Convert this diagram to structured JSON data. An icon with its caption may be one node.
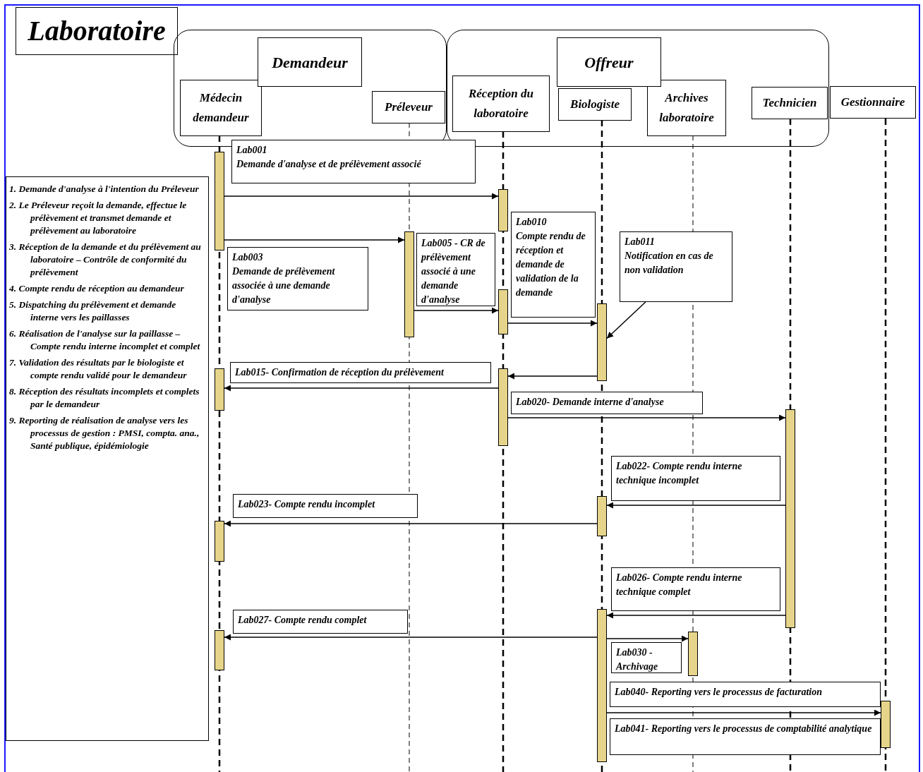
{
  "diagram": {
    "nodes": [
      {
        "text": [
          "Laboratoire"
        ]
      },
      {
        "text": [],
        "shape": "box"
      },
      {
        "text": [
          "Médecin demandeur"
        ],
        "in": 1
      },
      {
        "text": [
          "Préleveur"
        ],
        "in": 1
      },
      {
        "text": [],
        "shape": "box"
      },
      {
        "text": [
          "Réception du laboratoire"
        ],
        "in": 4
      },
      {
        "text": [
          "Biologiste"
        ],
        "in": 4
      },
      {
        "text": [
          "Archives laboratoire"
        ],
        "in": 4
      },
      {
        "text": [
          "Technicien"
        ],
        "in": 4
      },
      {
        "text": [
          "Gestionnaire"
        ]
      },
      {
        "text": [
          "1. Demande d'analyse à l'intention du Préleveur",
          "2. Le Préleveur reçoit la demande, effectue le prélèvement et transmet demande et prélèvement au laboratoire",
          "3. Réception de la demande et du prélèvement au laboratoire – Contrôle de conformité du prélèvement",
          "4. Compte rendu de réception au demandeur",
          "5. Dispatching du prélèvement et demande interne vers les paillasses",
          "6. Réalisation de l'analyse sur la paillasse – Compte rendu interne incomplet et complet",
          "7. Validation des résultats par le biologiste et compte rendu validé pour le demandeur",
          "8. Réception des résultats incomplets et complets par le demandeur",
          "9. Reporting de réalisation de analyse vers les processus de gestion : PMSI, compta. ana., Santé publique, épidémiologie"
        ]
      },
      {
        "text": [
          "Lab011",
          "Notification en cas de non validation"
        ]
      },
      {
        "text": [],
        "shape": "bar"
      },
      {
        "text": [],
        "shape": "bar"
      },
      {
        "text": [],
        "shape": "bar"
      },
      {
        "text": [],
        "shape": "bar"
      },
      {
        "text": [],
        "shape": "bar"
      },
      {
        "text": [],
        "shape": "bar"
      },
      {
        "text": [],
        "shape": "bar"
      },
      {
        "text": [],
        "shape": "bar"
      },
      {
        "text": [],
        "shape": "bar"
      },
      {
        "text": [],
        "shape": "bar"
      },
      {
        "text": [],
        "shape": "bar"
      },
      {
        "text": [],
        "shape": "bar"
      },
      {
        "text": [],
        "shape": "bar"
      },
      {
        "text": [],
        "shape": "bar"
      },
      {
        "text": [
          "Demandeur"
        ],
        "in": 1
      },
      {
        "text": [
          "Offreur"
        ],
        "in": 4
      },
      {
        "text": [
          "Lab001",
          "Demande d'analyse et de prélèvement associé"
        ]
      },
      {
        "text": [
          "Lab003",
          "Demande de prélèvement associée à une demande d'analyse"
        ]
      },
      {
        "text": [
          "Lab005 - CR de prélèvement associé à une demande d'analyse"
        ]
      },
      {
        "text": [
          "Lab010",
          "Compte rendu de réception et demande de validation de la demande"
        ]
      },
      {
        "text": [
          "Lab015- Confirmation de réception du prélèvement"
        ]
      },
      {
        "text": [
          "Lab020- Demande interne d'analyse"
        ]
      },
      {
        "text": [
          "Lab022- Compte rendu interne technique incomplet"
        ]
      },
      {
        "text": [
          "Lab023- Compte rendu incomplet"
        ]
      },
      {
        "text": [
          "Lab026- Compte rendu interne technique complet"
        ]
      },
      {
        "text": [
          "Lab027- Compte rendu complet"
        ]
      },
      {
        "text": [
          "Lab030 - Archivage"
        ]
      },
      {
        "text": [
          "Lab040- Reporting vers le processus de facturation"
        ]
      },
      {
        "text": [
          "Lab041- Reporting vers le processus de comptabilité analytique"
        ]
      }
    ],
    "edges": [
      {
        "from": 12,
        "to": 17,
        "arrow": "to"
      },
      {
        "from": 12,
        "to": 16,
        "arrow": "to"
      },
      {
        "from": 16,
        "to": 18,
        "arrow": "to"
      },
      {
        "from": 18,
        "to": 20,
        "arrow": "to"
      },
      {
        "from": 20,
        "to": 19,
        "arrow": "to"
      },
      {
        "from": 11,
        "to": 20,
        "arrow": "to"
      },
      {
        "from": 19,
        "to": 13,
        "arrow": "to"
      },
      {
        "from": 19,
        "to": 24,
        "arrow": "to"
      },
      {
        "from": 24,
        "to": 21,
        "arrow": "to"
      },
      {
        "from": 21,
        "to": 14,
        "arrow": "to"
      },
      {
        "from": 24,
        "to": 22,
        "arrow": "to"
      },
      {
        "from": 22,
        "to": 15,
        "arrow": "to"
      },
      {
        "from": 22,
        "to": 23,
        "arrow": "to"
      },
      {
        "from": 22,
        "to": 25,
        "arrow": "to"
      }
    ]
  }
}
